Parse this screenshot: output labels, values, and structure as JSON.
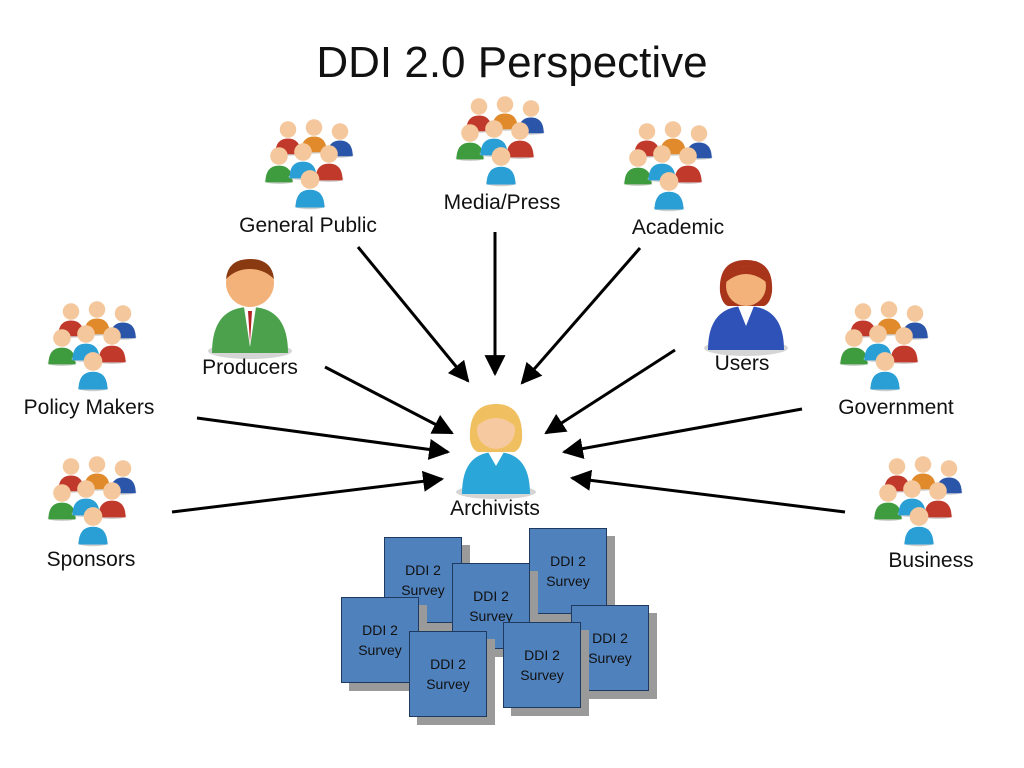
{
  "title": "DDI 2.0 Perspective",
  "groups": {
    "general_public": "General Public",
    "media_press": "Media/Press",
    "academic": "Academic",
    "producers": "Producers",
    "users": "Users",
    "policy_makers": "Policy Makers",
    "government": "Government",
    "sponsors": "Sponsors",
    "business": "Business",
    "archivists": "Archivists"
  },
  "survey_box_label": "DDI 2\nSurvey",
  "icons": {
    "group": "people-group-icon",
    "single_male": "person-icon",
    "single_female": "person-icon",
    "archivist": "archivist-icon"
  },
  "colors": {
    "box_fill": "#4f81bd",
    "box_border": "#1f3a5f",
    "box_shadow": "#9a9a9a",
    "arrow": "#000000"
  }
}
